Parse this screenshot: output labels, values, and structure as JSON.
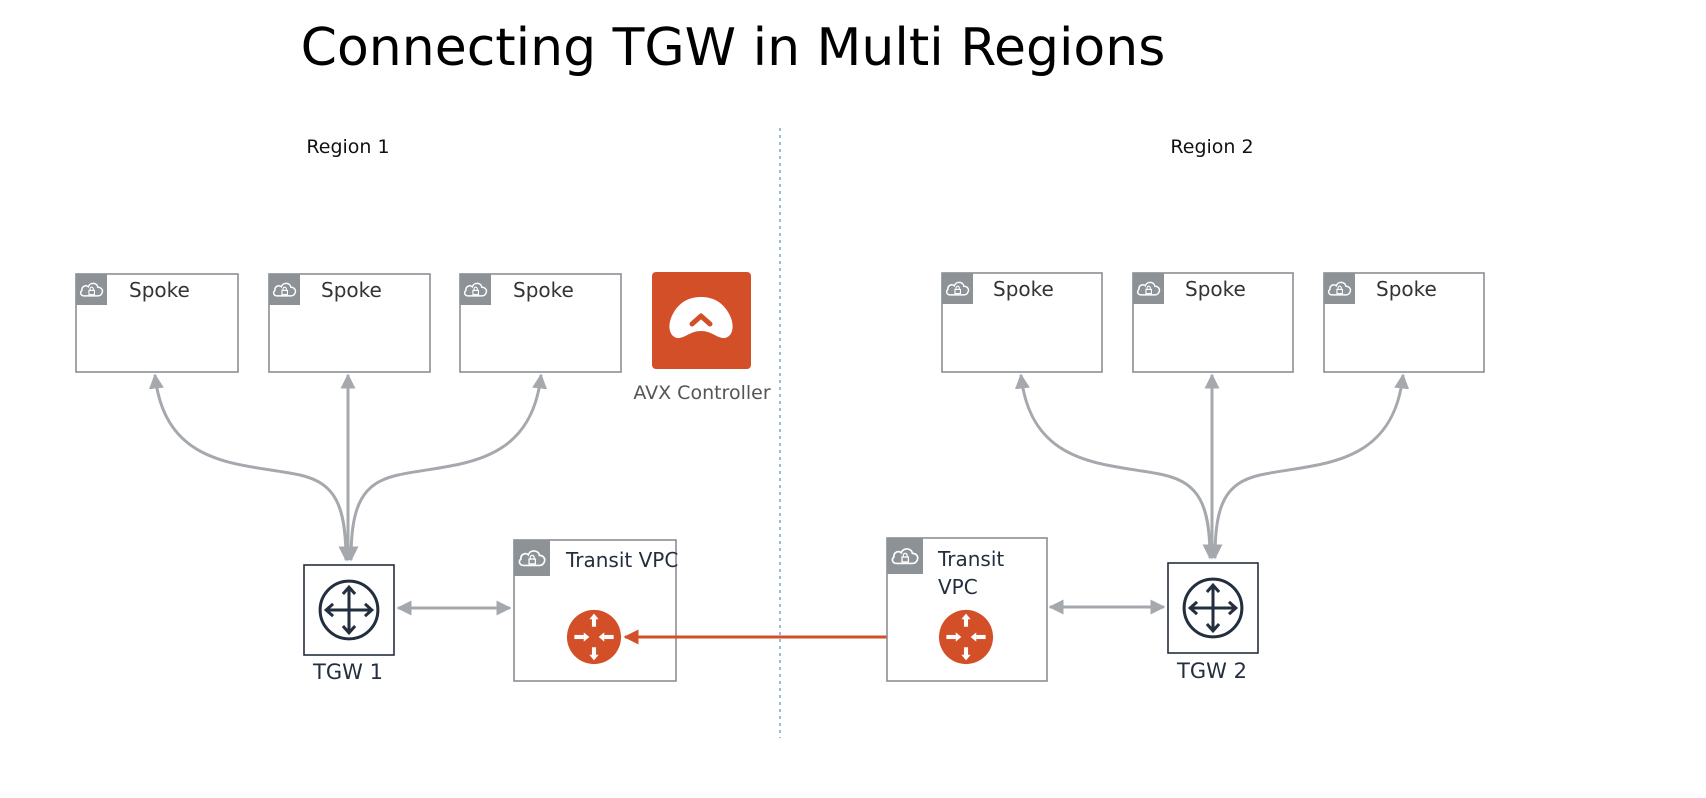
{
  "title": "Connecting TGW in Multi Regions",
  "colors": {
    "accent": "#d24f27",
    "connector": "#a5a9ad",
    "box_border": "#8a8f94",
    "icon_badge": "#8d9297",
    "divider": "#5aa0c8",
    "dark": "#232f3e"
  },
  "regions": [
    {
      "label": "Region 1",
      "spokes": [
        {
          "label": "Spoke",
          "icon": "lock-cloud-icon"
        },
        {
          "label": "Spoke",
          "icon": "lock-cloud-icon"
        },
        {
          "label": "Spoke",
          "icon": "lock-cloud-icon"
        }
      ],
      "tgw": {
        "label": "TGW 1",
        "icon": "transit-gateway-icon"
      },
      "transit_vpc": {
        "label_lines": [
          "Transit VPC"
        ],
        "icon": "lock-cloud-icon",
        "router_icon": "router-icon"
      }
    },
    {
      "label": "Region 2",
      "spokes": [
        {
          "label": "Spoke",
          "icon": "lock-cloud-icon"
        },
        {
          "label": "Spoke",
          "icon": "lock-cloud-icon"
        },
        {
          "label": "Spoke",
          "icon": "lock-cloud-icon"
        }
      ],
      "tgw": {
        "label": "TGW 2",
        "icon": "transit-gateway-icon"
      },
      "transit_vpc": {
        "label_lines": [
          "Transit",
          "VPC"
        ],
        "icon": "lock-cloud-icon",
        "router_icon": "router-icon"
      }
    }
  ],
  "controller": {
    "label": "AVX Controller",
    "icon": "aviatrix-logo-icon"
  }
}
